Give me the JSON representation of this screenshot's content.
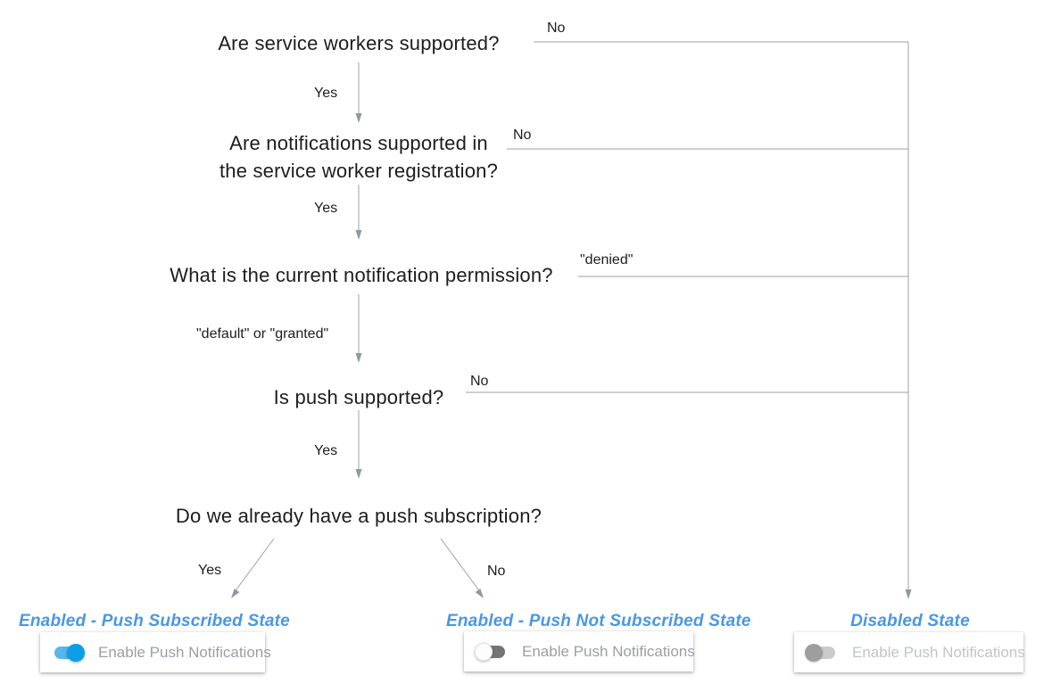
{
  "flow": {
    "questions": [
      {
        "lines": [
          "Are service workers supported?"
        ]
      },
      {
        "lines": [
          "Are notifications supported in",
          "the service worker registration?"
        ]
      },
      {
        "lines": [
          "What is the current notification permission?"
        ]
      },
      {
        "lines": [
          "Is push supported?"
        ]
      },
      {
        "lines": [
          "Do we already have a push subscription?"
        ]
      }
    ],
    "edge_labels": {
      "q1_no": "No",
      "q1_yes": "Yes",
      "q2_no": "No",
      "q2_yes": "Yes",
      "q3_denied": "\"denied\"",
      "q3_default_granted": "\"default\" or \"granted\"",
      "q4_no": "No",
      "q4_yes": "Yes",
      "q5_yes": "Yes",
      "q5_no": "No"
    },
    "states": [
      {
        "title": "Enabled - Push Subscribed State",
        "toggle_state": "on",
        "toggle_label": "Enable Push Notifications"
      },
      {
        "title": "Enabled - Push Not Subscribed State",
        "toggle_state": "off",
        "toggle_label": "Enable Push Notifications"
      },
      {
        "title": "Disabled State",
        "toggle_state": "disabled",
        "toggle_label": "Enable Push Notifications"
      }
    ]
  },
  "colors": {
    "canvas_bg": "#ffffff",
    "question_text": "#1d1d1d",
    "edge_line": "#a2a2a2",
    "arrow": "#8f9a9e",
    "state_title": "#4a97e4",
    "card_bg": "#ffffff",
    "card_label": "#9aa0a6",
    "card_label_disabled": "#bfc5c9",
    "toggle_on_track": "#57b6ec",
    "toggle_on_knob": "#0d9ee8",
    "toggle_off_track": "#757575",
    "toggle_off_knob": "#fdfdfd",
    "toggle_disabled_track": "#cbcbcb",
    "toggle_disabled_knob": "#9e9e9e"
  }
}
